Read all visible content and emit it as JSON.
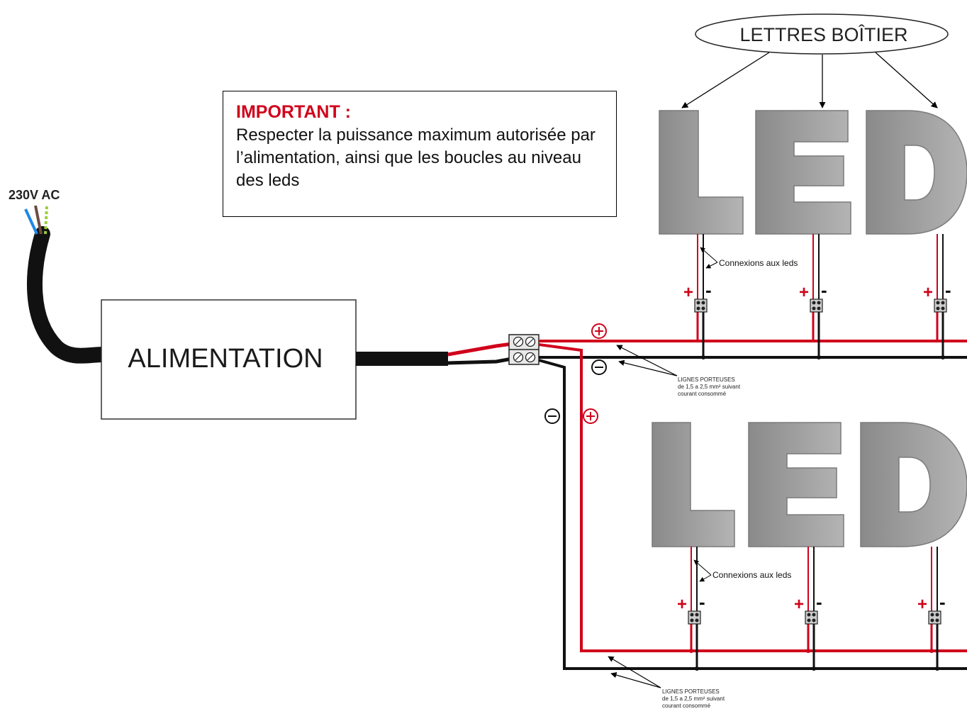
{
  "mains_label": "230V AC",
  "psu_label": "ALIMENTATION",
  "important": {
    "title": "IMPORTANT :",
    "text": "Respecter la puissance maximum autorisée par l’alimentation, ainsi que les boucles au niveau des leds"
  },
  "letters_box_label": "LETTRES BOÎTIER",
  "sign_word": "LED",
  "connections_label": "Connexions aux leds",
  "bus_label_lines": [
    "LIGNES PORTEUSES",
    "de 1,5 a 2,5 mm² suivant",
    "courant consommé"
  ],
  "plus_symbol": "+",
  "minus_symbol": "-",
  "colors": {
    "positive": "#d0021b",
    "negative": "#111111",
    "letter": "#9a9a9a",
    "warn_title": "#d0021b"
  }
}
